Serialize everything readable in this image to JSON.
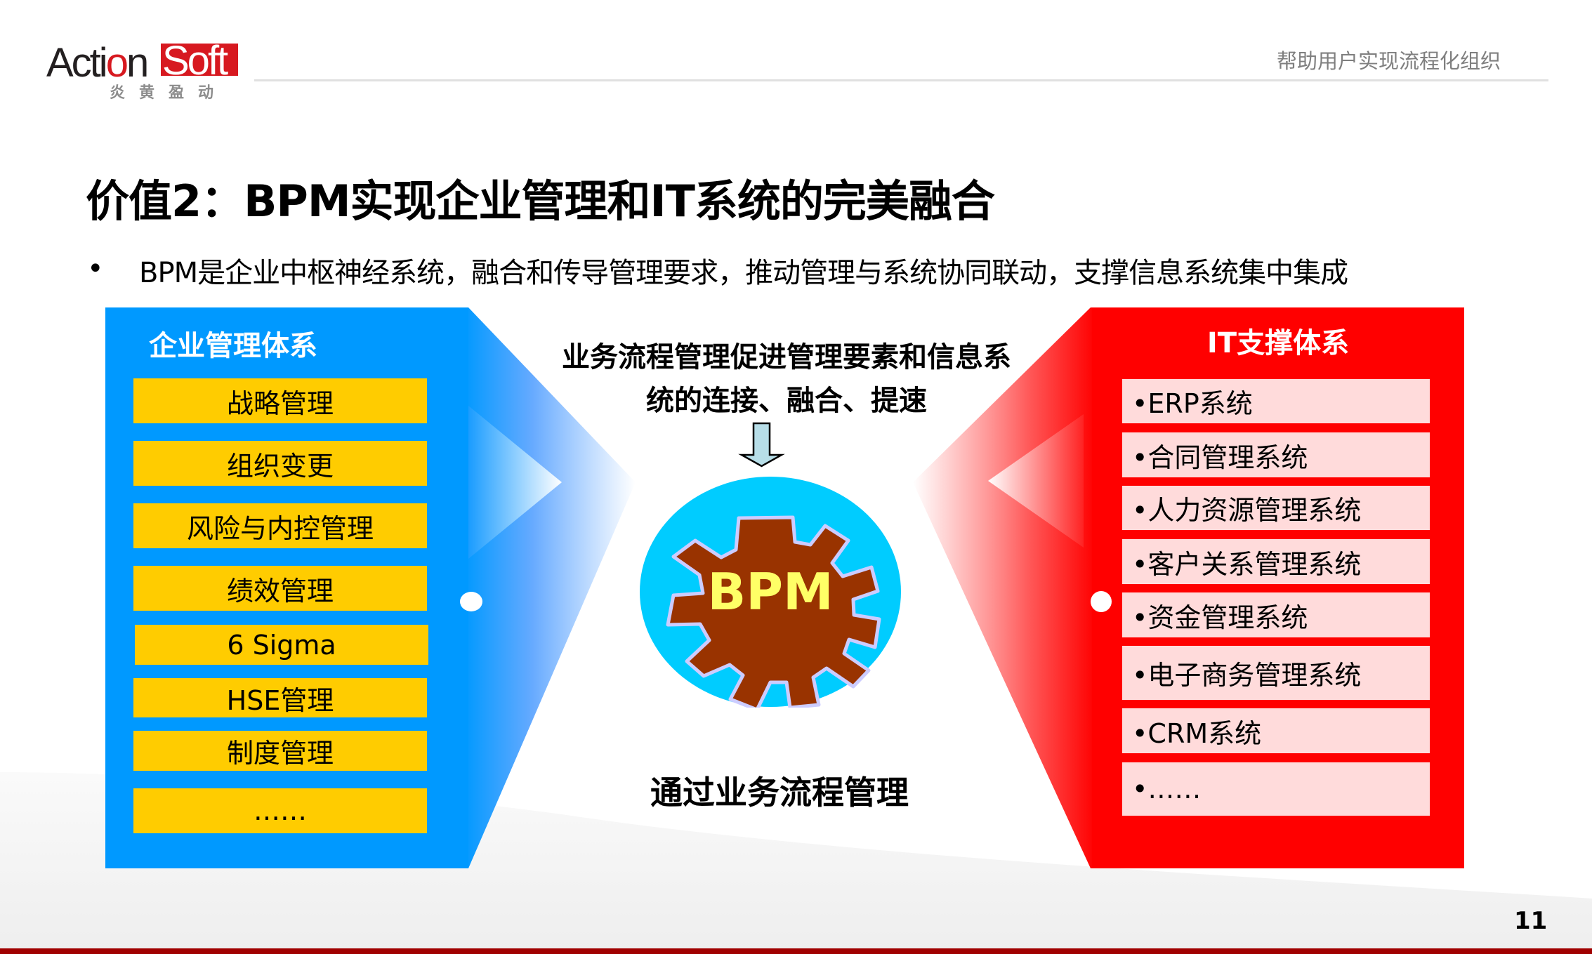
{
  "header": {
    "logo": {
      "text_left": "Acti",
      "text_o": "o",
      "text_n": "n",
      "text_right": "Soft",
      "subtitle": "炎黄盈动"
    },
    "slogan": "帮助用户实现流程化组织"
  },
  "title": "价值2：BPM实现企业管理和IT系统的完美融合",
  "bullet": {
    "marker": "•",
    "text": "BPM是企业中枢神经系统，融合和传导管理要求，推动管理与系统协同联动，支撑信息系统集中集成"
  },
  "left_panel": {
    "title": "企业管理体系",
    "color": "#0099ff",
    "item_color": "#ffcc00",
    "items": [
      {
        "label": "战略管理"
      },
      {
        "label": "组织变更"
      },
      {
        "label": "风险与内控管理"
      },
      {
        "label": "绩效管理"
      },
      {
        "label": "6 Sigma"
      },
      {
        "label": "HSE管理"
      },
      {
        "label": "制度管理"
      },
      {
        "label": "……"
      }
    ]
  },
  "center": {
    "caption": "业务流程管理促进管理要素和信息系统的连接、融合、提速",
    "caption_line1": "业务流程管理促进管理要素和信息系",
    "caption_line2": "统的连接、融合、提速",
    "arrow": "down-arrow-icon",
    "hub_label": "BPM",
    "hub_colors": {
      "circle": "#00ccff",
      "gear": "#993300",
      "gear_outline": "#ccccff",
      "text": "#ffff66"
    },
    "bottom_caption": "通过业务流程管理"
  },
  "right_panel": {
    "title": "IT支撑体系",
    "color": "#ff0000",
    "item_color": "#ffdbdb",
    "items": [
      {
        "label": "•ERP系统"
      },
      {
        "label": "•合同管理系统"
      },
      {
        "label": "•人力资源管理系统"
      },
      {
        "label": "•客户关系管理系统"
      },
      {
        "label": "•资金管理系统"
      },
      {
        "label": "•电子商务管理系统"
      },
      {
        "label": "•CRM系统"
      },
      {
        "label": "•……"
      }
    ]
  },
  "footer": {
    "page_number": "11",
    "bar_color": "#a00000"
  }
}
